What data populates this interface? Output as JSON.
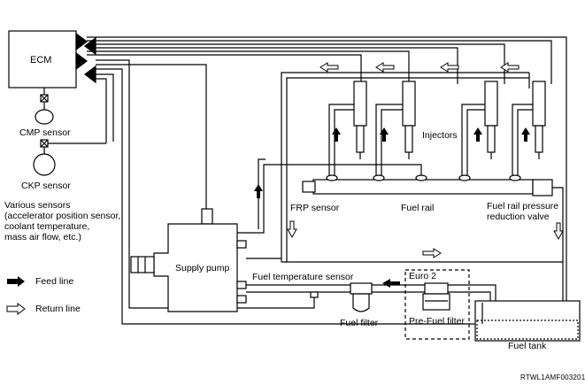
{
  "components": {
    "ecm": "ECM",
    "cmp_sensor": "CMP sensor",
    "ckp_sensor": "CKP sensor",
    "various_sensors": {
      "title": "Various sensors",
      "line1": "(accelerator position sensor,",
      "line2": "coolant temperature,",
      "line3": "mass air flow, etc.)"
    },
    "injectors": "Injectors",
    "frp_sensor": "FRP sensor",
    "fuel_rail": "Fuel rail",
    "fuel_rail_pressure_reduction_valve": {
      "line1": "Fuel rail pressure",
      "line2": "reduction valve"
    },
    "supply_pump": "Supply pump",
    "fuel_temperature_sensor": "Fuel temperature sensor",
    "euro2": "Euro 2",
    "fuel_filter": "Fuel filter",
    "pre_fuel_filter": "Pre-Fuel filter",
    "fuel_tank": "Fuel tank"
  },
  "legend": {
    "feed_line": "Feed line",
    "return_line": "Return line"
  },
  "figure_code": "RTWL1AMF003201"
}
